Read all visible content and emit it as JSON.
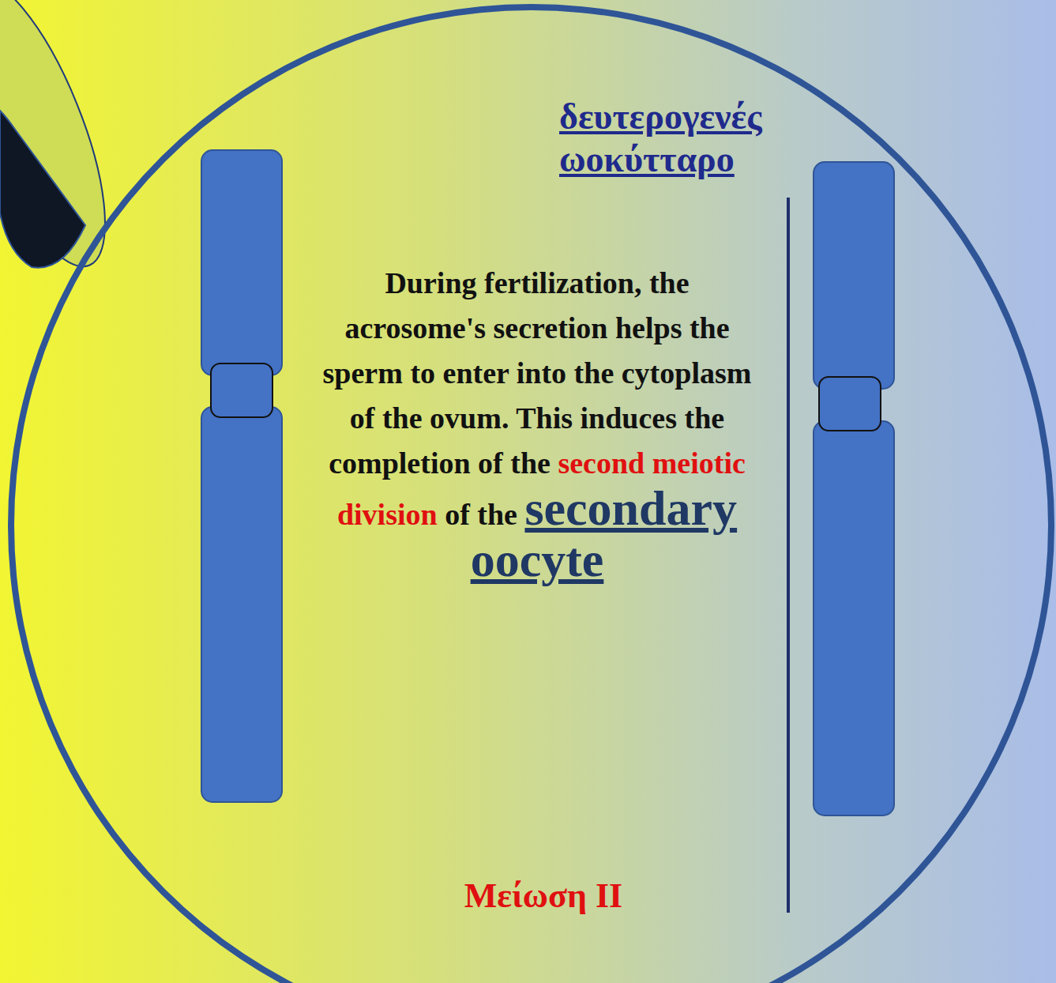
{
  "diagram": {
    "nodes": [
      {
        "text": [
          "δευτερογενές ωοκύτταρο",
          "During fertilization, the acrosome's secretion helps the sperm to enter into the cytoplasm of the ovum. This induces the completion of the",
          "second meiotic division",
          "of the",
          "secondary oocyte",
          "Μείωση ΙΙ"
        ]
      }
    ]
  }
}
